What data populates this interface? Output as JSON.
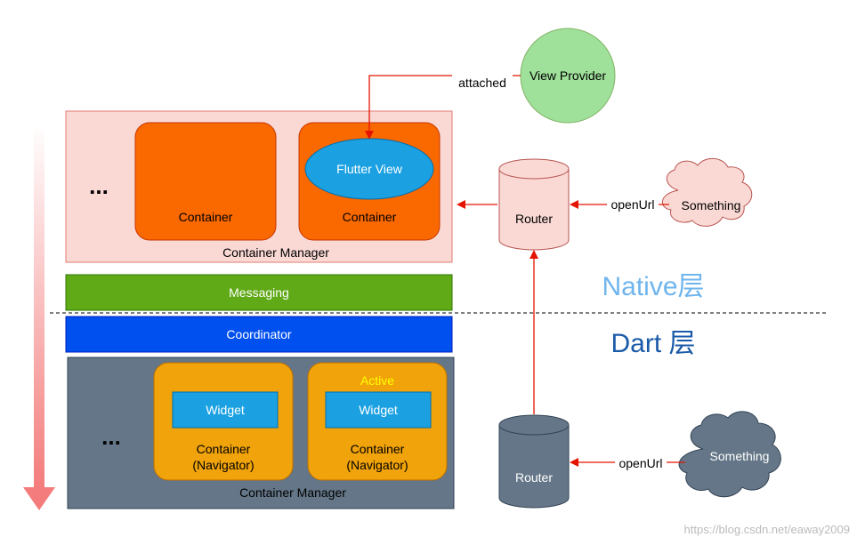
{
  "native_layer": {
    "container_manager_label": "Container Manager",
    "ellipsis": "...",
    "containers": [
      {
        "label": "Container"
      },
      {
        "label": "Container",
        "view": "Flutter View"
      }
    ],
    "messaging_label": "Messaging",
    "router_label": "Router",
    "open_url_label": "openUrl",
    "something_label": "Something",
    "view_provider_label": "View Provider",
    "attached_label": "attached",
    "layer_title": "Native层"
  },
  "dart_layer": {
    "coordinator_label": "Coordinator",
    "container_manager_label": "Container Manager",
    "ellipsis": "...",
    "containers": [
      {
        "widget": "Widget",
        "title": "Container",
        "subtitle": "(Navigator)"
      },
      {
        "widget": "Widget",
        "title": "Container",
        "subtitle": "(Navigator)",
        "status": "Active"
      }
    ],
    "router_label": "Router",
    "open_url_label": "openUrl",
    "something_label": "Something",
    "layer_title": "Dart 层"
  },
  "watermark": "https://blog.csdn.net/eaway2009",
  "colors": {
    "native_manager_bg": "#fad9d5",
    "native_manager_border": "#e07a73",
    "native_container": "#fa6800",
    "flutter_view": "#1ba1e2",
    "messaging": "#60a917",
    "coordinator": "#0050ef",
    "dart_manager": "#647687",
    "dart_container": "#f0a30a",
    "widget": "#1ba1e2",
    "active_text": "#ffff00",
    "native_title": "#6fb5ee",
    "dart_title": "#1a5aa8",
    "arrow": "#e51400",
    "view_provider": "#9fe09a",
    "router_native": "#fad9d5",
    "router_dart": "#647687",
    "cloud_native": "#fad9d5",
    "cloud_dart": "#647687"
  }
}
